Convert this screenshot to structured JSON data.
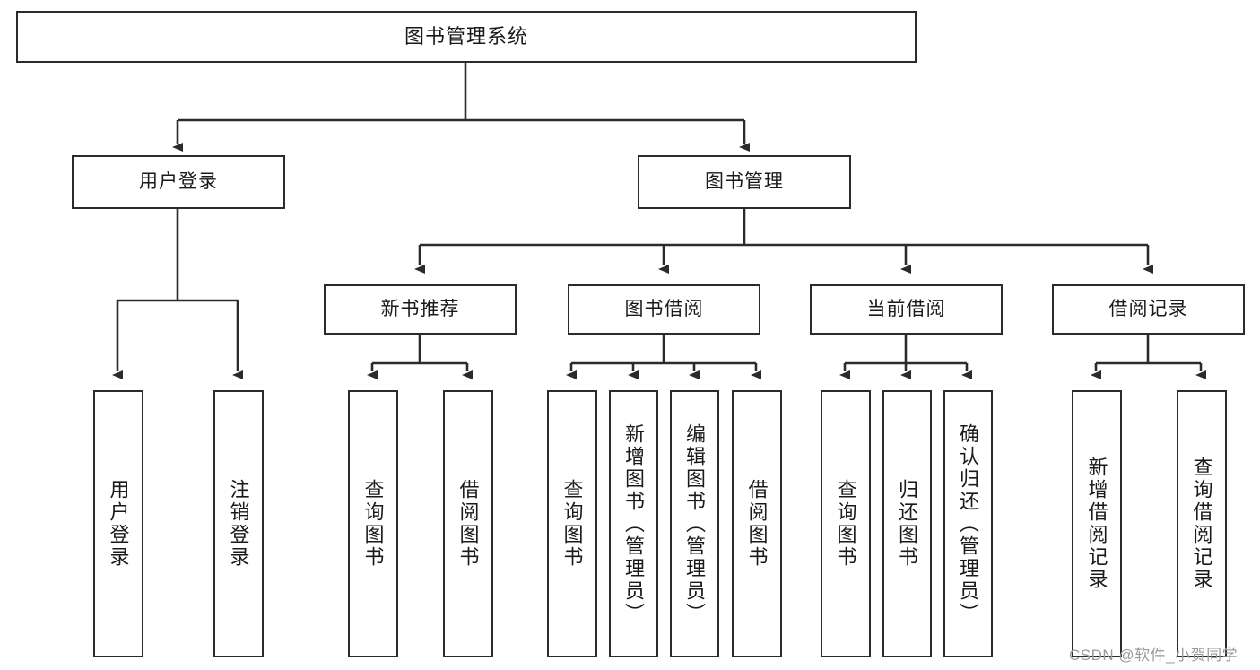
{
  "diagram": {
    "type": "tree-hierarchy",
    "title": "图书管理系统",
    "root": {
      "id": "root",
      "label": "图书管理系统",
      "orientation": "horizontal"
    },
    "level2": [
      {
        "id": "user-login",
        "label": "用户登录",
        "orientation": "horizontal"
      },
      {
        "id": "book-manage",
        "label": "图书管理",
        "orientation": "horizontal"
      }
    ],
    "level3": [
      {
        "id": "new-book-recommend",
        "label": "新书推荐",
        "orientation": "horizontal",
        "parent": "book-manage"
      },
      {
        "id": "book-borrow",
        "label": "图书借阅",
        "orientation": "horizontal",
        "parent": "book-manage"
      },
      {
        "id": "current-borrow",
        "label": "当前借阅",
        "orientation": "horizontal",
        "parent": "book-manage"
      },
      {
        "id": "borrow-record",
        "label": "借阅记录",
        "orientation": "horizontal",
        "parent": "book-manage"
      }
    ],
    "leaves": [
      {
        "id": "leaf-user-login",
        "label": "用户登录",
        "parent": "user-login"
      },
      {
        "id": "leaf-logout-login",
        "label": "注销登录",
        "parent": "user-login"
      },
      {
        "id": "leaf-query-book-1",
        "label": "查询图书",
        "parent": "new-book-recommend"
      },
      {
        "id": "leaf-borrow-book-1",
        "label": "借阅图书",
        "parent": "new-book-recommend"
      },
      {
        "id": "leaf-query-book-2",
        "label": "查询图书",
        "parent": "book-borrow"
      },
      {
        "id": "leaf-add-book",
        "label": "新增图书（管理员）",
        "parent": "book-borrow"
      },
      {
        "id": "leaf-edit-book",
        "label": "编辑图书（管理员）",
        "parent": "book-borrow"
      },
      {
        "id": "leaf-borrow-book-2",
        "label": "借阅图书",
        "parent": "book-borrow"
      },
      {
        "id": "leaf-query-book-3",
        "label": "查询图书",
        "parent": "current-borrow"
      },
      {
        "id": "leaf-return-book",
        "label": "归还图书",
        "parent": "current-borrow"
      },
      {
        "id": "leaf-confirm-return",
        "label": "确认归还（管理员）",
        "parent": "current-borrow"
      },
      {
        "id": "leaf-add-record",
        "label": "新增借阅记录",
        "parent": "borrow-record"
      },
      {
        "id": "leaf-query-record",
        "label": "查询借阅记录",
        "parent": "borrow-record"
      }
    ],
    "colors": {
      "stroke": "#2b2b2b",
      "fill": "#ffffff",
      "text": "#1a1a1a",
      "watermark": "#9a9a9a"
    }
  },
  "watermark": {
    "text": "CSDN @软件_小贺同学"
  }
}
